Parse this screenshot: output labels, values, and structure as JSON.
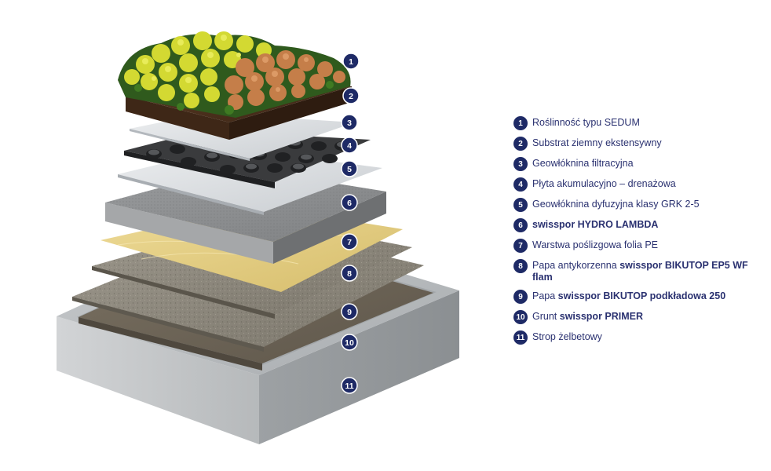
{
  "layers": [
    {
      "num": "1",
      "parts": [
        {
          "t": "Roślinność typu SEDUM",
          "b": false
        }
      ]
    },
    {
      "num": "2",
      "parts": [
        {
          "t": "Substrat ziemny ekstensywny",
          "b": false
        }
      ]
    },
    {
      "num": "3",
      "parts": [
        {
          "t": "Geowłóknina filtracyjna",
          "b": false
        }
      ]
    },
    {
      "num": "4",
      "parts": [
        {
          "t": "Płyta akumulacyjno – drenażowa",
          "b": false
        }
      ]
    },
    {
      "num": "5",
      "parts": [
        {
          "t": "Geowłóknina dyfuzyjna klasy GRK 2-5",
          "b": false
        }
      ]
    },
    {
      "num": "6",
      "parts": [
        {
          "t": "swisspor HYDRO LAMBDA",
          "b": true
        }
      ]
    },
    {
      "num": "7",
      "parts": [
        {
          "t": "Warstwa poślizgowa folia PE",
          "b": false
        }
      ]
    },
    {
      "num": "8",
      "parts": [
        {
          "t": "Papa antykorzenna ",
          "b": false
        },
        {
          "t": "swisspor BIKUTOP EP5 WF flam",
          "b": true
        }
      ]
    },
    {
      "num": "9",
      "parts": [
        {
          "t": "Papa ",
          "b": false
        },
        {
          "t": "swisspor BIKUTOP podkładowa 250",
          "b": true
        }
      ]
    },
    {
      "num": "10",
      "parts": [
        {
          "t": "Grunt ",
          "b": false
        },
        {
          "t": "swisspor PRIMER",
          "b": true
        }
      ]
    },
    {
      "num": "11",
      "parts": [
        {
          "t": "Strop żelbetowy",
          "b": false
        }
      ]
    }
  ],
  "colors": {
    "badge": "#1e2a66",
    "legend_text": "#2a3170",
    "concrete": "#b9bcbe",
    "primer": "#6f6658",
    "bitumen": "#8d877b",
    "pe_foil": "#e3cd84",
    "insulation": "#8e9091",
    "fleece": "#dcdfe2",
    "drainage": "#2d2e30",
    "substrate": "#4a2f1d",
    "sedum_yellow": "#cfd52e",
    "sedum_orange": "#c9824c"
  }
}
